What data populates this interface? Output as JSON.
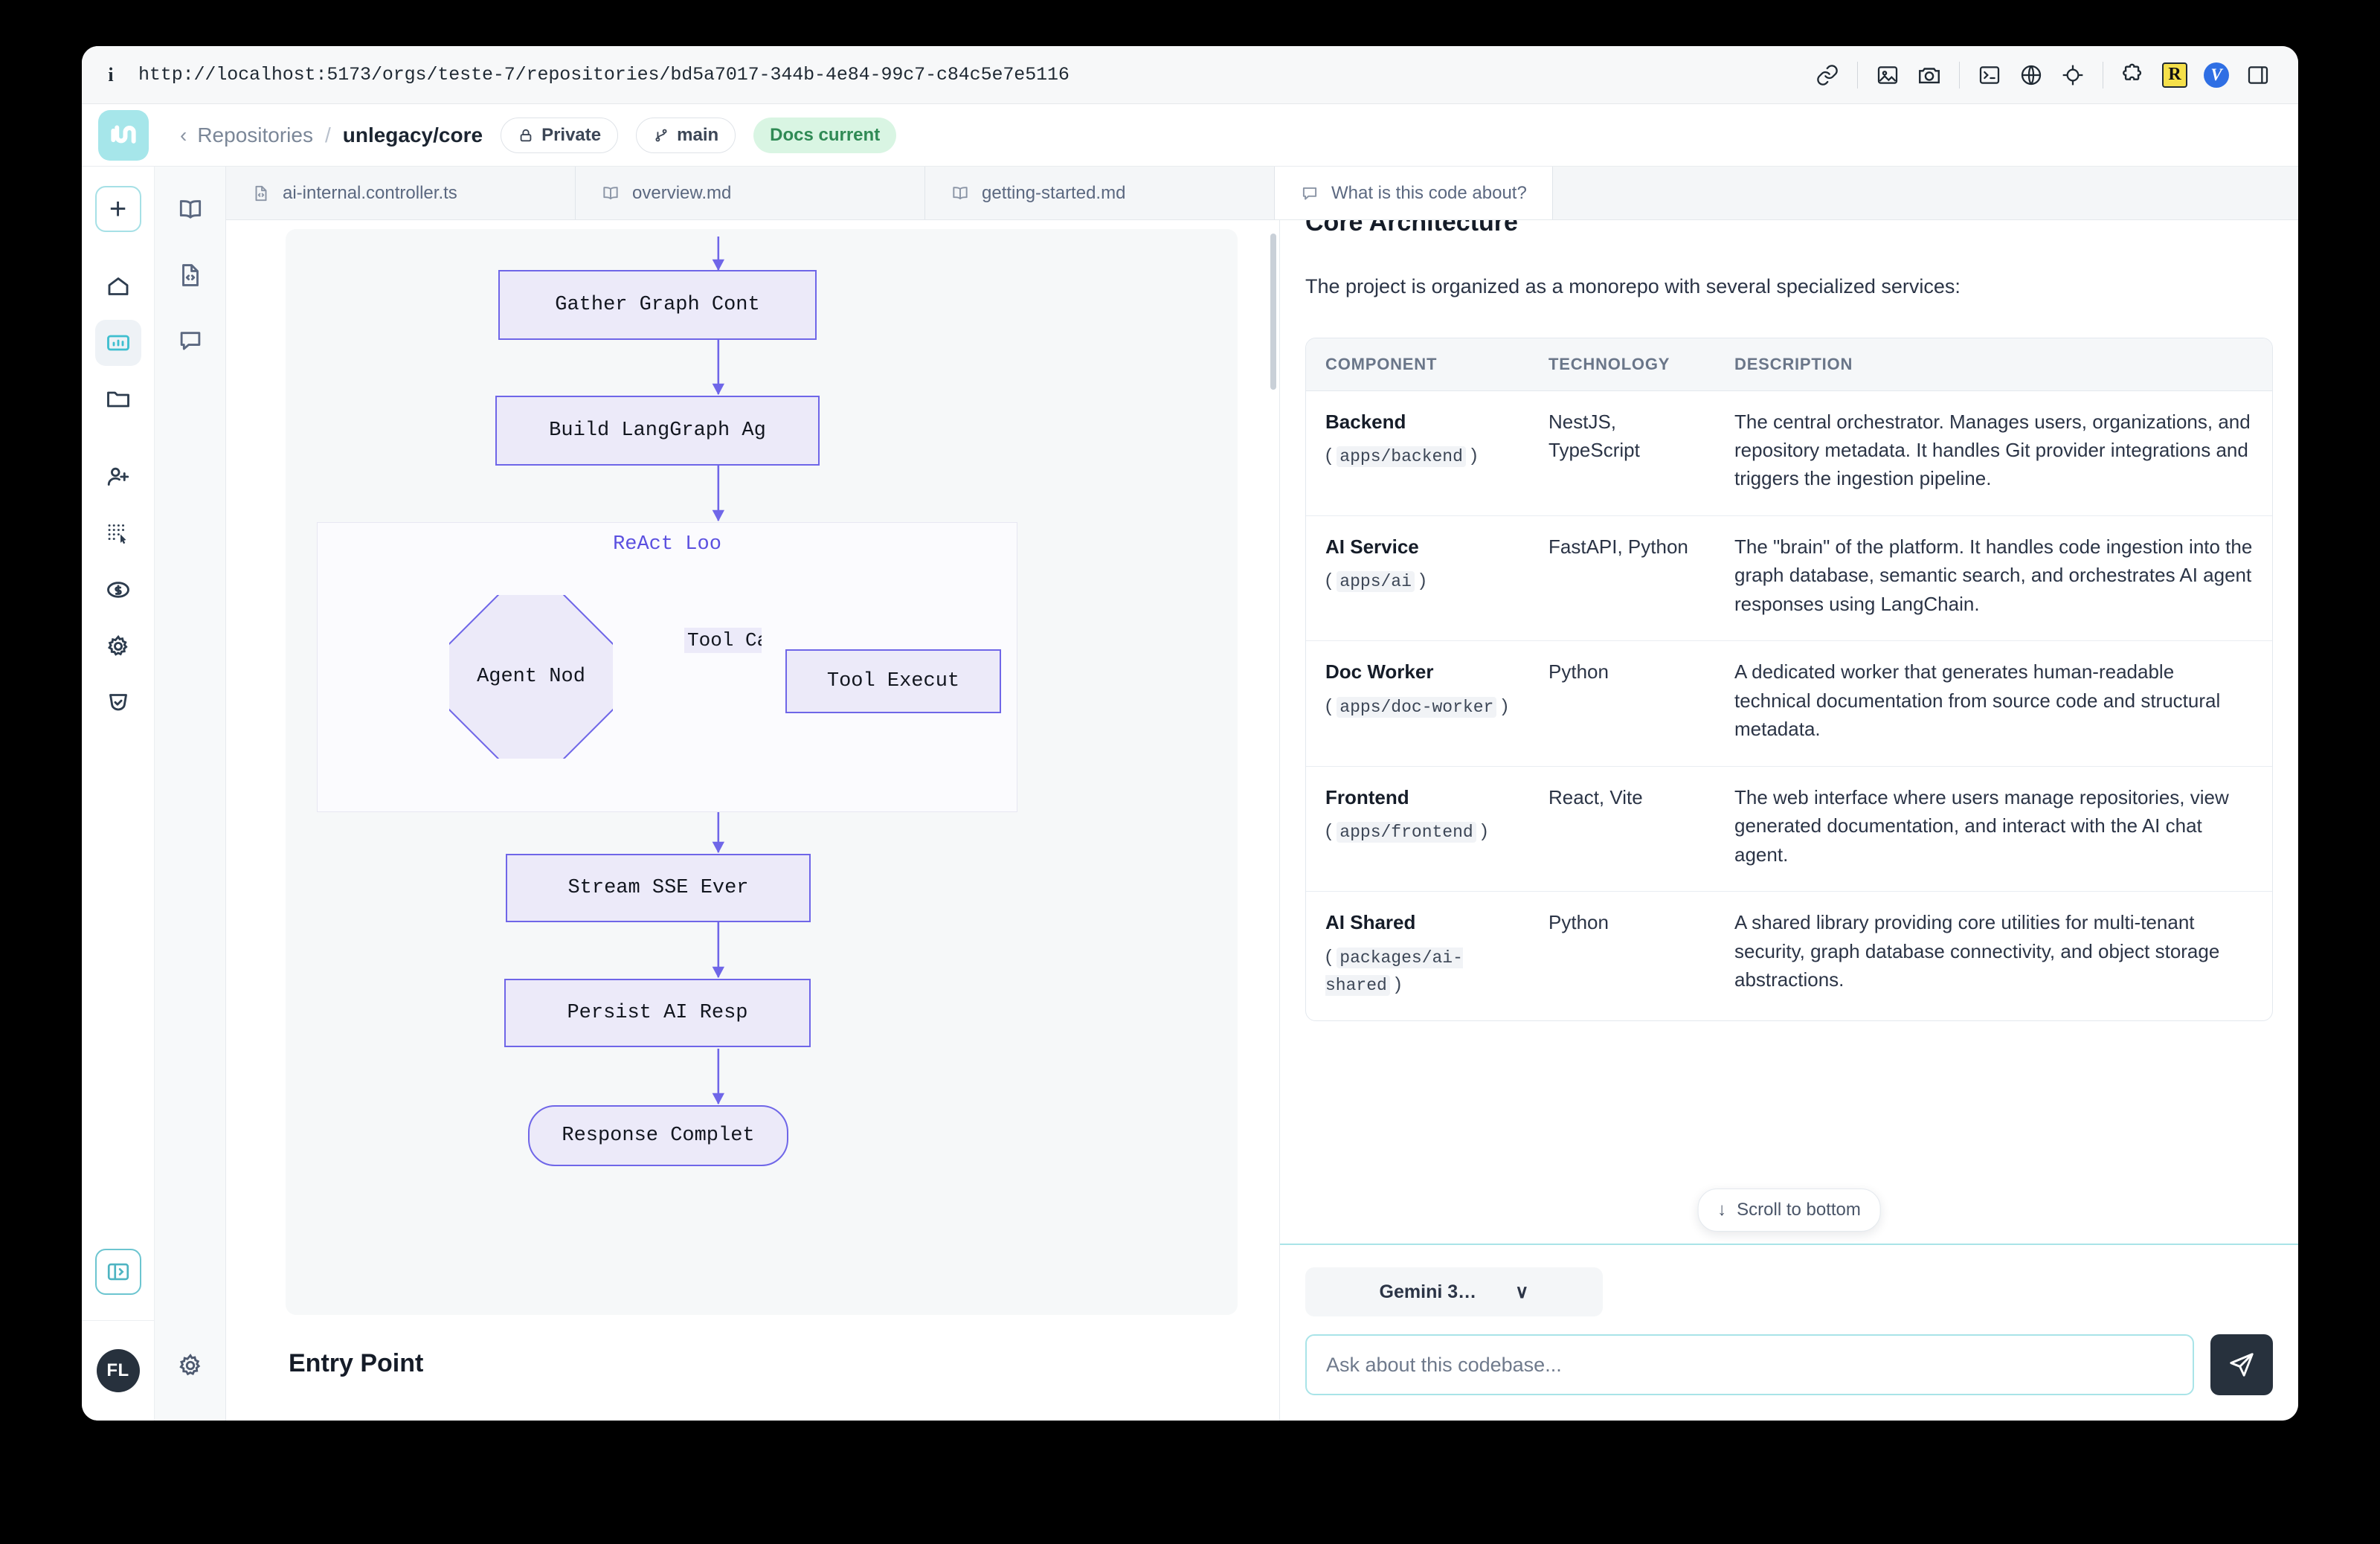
{
  "browser": {
    "info_icon": "info-icon",
    "url": "http://localhost:5173/orgs/teste-7/repositories/bd5a7017-344b-4e84-99c7-c84c5e7e5116",
    "actions": [
      {
        "name": "link-icon"
      },
      {
        "name": "image-icon"
      },
      {
        "name": "camera-icon"
      },
      {
        "name": "terminal-icon"
      },
      {
        "name": "globe-icon"
      },
      {
        "name": "target-icon"
      },
      {
        "name": "puzzle-icon"
      },
      {
        "name": "r-extension-badge",
        "label": "R"
      },
      {
        "name": "v-extension-badge",
        "label": "V"
      },
      {
        "name": "split-panel-icon"
      }
    ]
  },
  "header": {
    "back_label": "‹",
    "breadcrumb_root": "Repositories",
    "breadcrumb_sep": "/",
    "repo_name": "unlegacy/core",
    "visibility": "Private",
    "branch": "main",
    "docs_status": "Docs current"
  },
  "rail": {
    "add_label": "+",
    "items": [
      {
        "name": "sidebar-item-home",
        "icon": "home-icon"
      },
      {
        "name": "sidebar-item-dashboard",
        "icon": "chart-icon",
        "active": true
      },
      {
        "name": "sidebar-item-repositories",
        "icon": "folder-icon"
      },
      {
        "name": "sidebar-item-members",
        "icon": "add-user-icon"
      },
      {
        "name": "sidebar-item-integrations",
        "icon": "grid-cursor-icon"
      },
      {
        "name": "sidebar-item-billing",
        "icon": "dollar-icon"
      },
      {
        "name": "sidebar-item-settings",
        "icon": "gear-icon"
      },
      {
        "name": "sidebar-item-security",
        "icon": "shield-icon"
      }
    ],
    "avatar_initials": "FL"
  },
  "rail2": {
    "items": [
      {
        "name": "docs-panel-icon",
        "icon": "book-icon"
      },
      {
        "name": "code-panel-icon",
        "icon": "code-file-icon"
      },
      {
        "name": "chat-panel-icon",
        "icon": "chat-icon"
      }
    ],
    "settings_icon": "gear-icon"
  },
  "tabs": [
    {
      "label": "ai-internal.controller.ts",
      "icon": "code-file-icon",
      "active": false
    },
    {
      "label": "overview.md",
      "icon": "book-icon",
      "active": false
    },
    {
      "label": "getting-started.md",
      "icon": "book-icon",
      "active": false
    },
    {
      "label": "What is this code about?",
      "icon": "chat-icon",
      "active": true
    }
  ],
  "diagram": {
    "type": "flowchart",
    "nodes": [
      {
        "id": "gather",
        "label": "Gather Graph Cont",
        "shape": "rect"
      },
      {
        "id": "build",
        "label": "Build LangGraph Ag",
        "shape": "rect"
      },
      {
        "id": "agent",
        "label": "Agent Nod",
        "shape": "diamond"
      },
      {
        "id": "tool",
        "label": "Tool Execut",
        "shape": "rect"
      },
      {
        "id": "stream",
        "label": "Stream SSE Ever",
        "shape": "rect"
      },
      {
        "id": "persist",
        "label": "Persist AI Resp",
        "shape": "rect"
      },
      {
        "id": "done",
        "label": "Response Complet",
        "shape": "round"
      }
    ],
    "subgraph_title": "ReAct Loo",
    "edge_labels": [
      {
        "from": "agent",
        "to": "tool",
        "label": "Tool Ca"
      }
    ]
  },
  "doc": {
    "section_title": "Entry Point"
  },
  "chat": {
    "heading": "Core Architecture",
    "intro": "The project is organized as a monorepo with several specialized services:",
    "table": {
      "columns": [
        "COMPONENT",
        "TECHNOLOGY",
        "DESCRIPTION"
      ],
      "rows": [
        {
          "component": "Backend",
          "path": "apps/backend",
          "technology": "NestJS, TypeScript",
          "description": "The central orchestrator. Manages users, organizations, and repository metadata. It handles Git provider integrations and triggers the ingestion pipeline."
        },
        {
          "component": "AI Service",
          "path": "apps/ai",
          "technology": "FastAPI, Python",
          "description": "The \"brain\" of the platform. It handles code ingestion into the graph database, semantic search, and orchestrates AI agent responses using LangChain."
        },
        {
          "component": "Doc Worker",
          "path": "apps/doc-worker",
          "technology": "Python",
          "description": "A dedicated worker that generates human-readable technical documentation from source code and structural metadata."
        },
        {
          "component": "Frontend",
          "path": "apps/frontend",
          "technology": "React, Vite",
          "description": "The web interface where users manage repositories, view generated documentation, and interact with the AI chat agent."
        },
        {
          "component": "AI Shared",
          "path": "packages/ai-shared",
          "technology": "Python",
          "description": "A shared library providing core utilities for multi-tenant security, graph database connectivity, and object storage abstractions."
        }
      ]
    },
    "scroll_to_bottom": "Scroll to bottom",
    "scroll_arrow": "↓",
    "model": "Gemini 3…",
    "model_caret": "∨",
    "input_placeholder": "Ask about this codebase...",
    "send_icon": "send-icon"
  }
}
